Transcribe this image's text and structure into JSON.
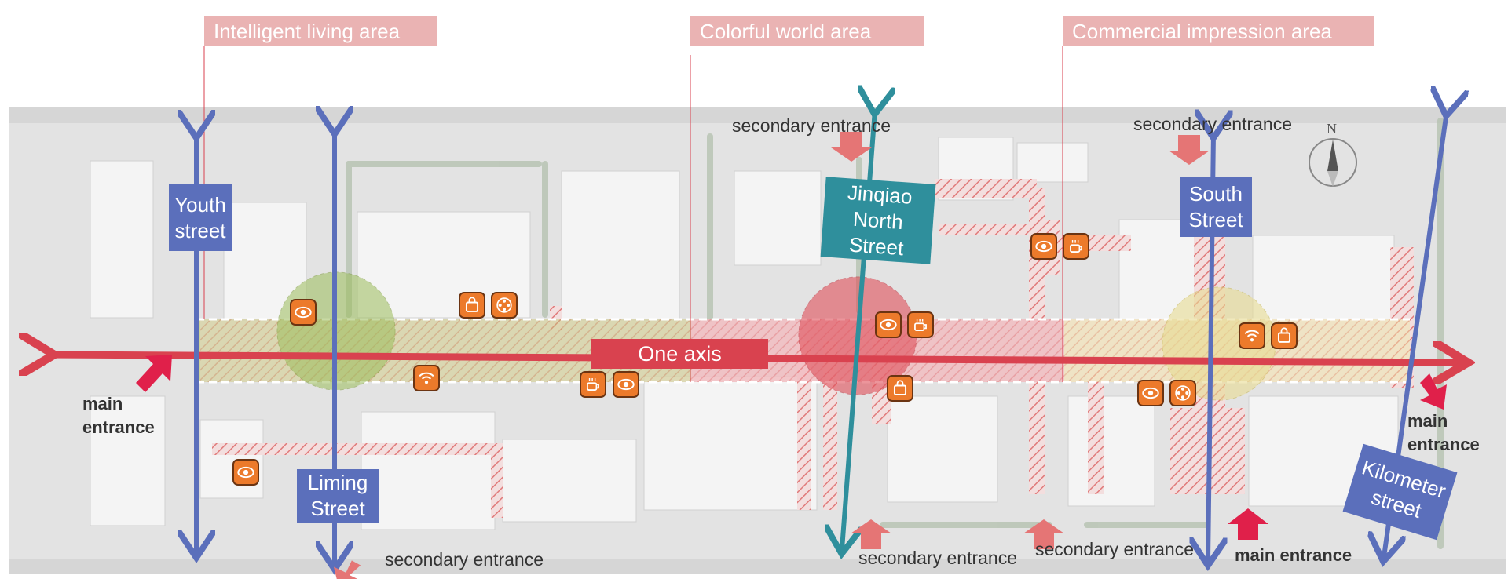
{
  "zones": {
    "intelligent": "Intelligent living area",
    "colorful": "Colorful world area",
    "commercial": "Commercial impression area"
  },
  "axis": {
    "label": "One axis"
  },
  "streets": {
    "youth": [
      "Youth",
      "street"
    ],
    "liming": [
      "Liming",
      "Street"
    ],
    "jinqiao": [
      "Jinqiao",
      "North",
      "Street"
    ],
    "south": [
      "South",
      "Street"
    ],
    "kilometer": [
      "Kilometer",
      "street"
    ]
  },
  "entrances": {
    "secondary": "secondary entrance",
    "main_line1": "main",
    "main_line2": "entrance",
    "main_full": "main entrance"
  },
  "compass": {
    "label": "N"
  },
  "colors": {
    "axis_red": "#d9424f",
    "street_blue": "#5b6fbb",
    "jinqiao_teal": "#2f8f9c",
    "icon_orange": "#ec7a2b",
    "zone_label_pink": "#eab3b3",
    "entrance_arrow": "#e0204a",
    "secondary_arrow": "#e57575",
    "node_green": "#9cbd5a",
    "node_red": "#e0505a",
    "node_yellow": "#e8dc92"
  },
  "icons": [
    "eye-icon",
    "shopping-bag-icon",
    "film-reel-icon",
    "wifi-icon",
    "coffee-cup-icon"
  ]
}
